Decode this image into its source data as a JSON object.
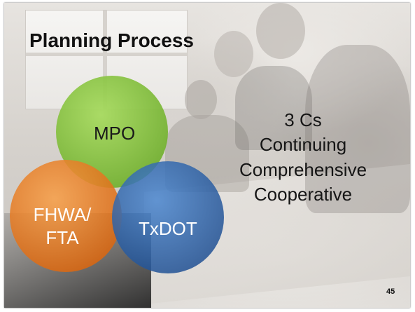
{
  "slide": {
    "title": "Planning Process",
    "page_number": "45"
  },
  "venn": {
    "mpo": {
      "label": "MPO",
      "color": "#8cc63f"
    },
    "fhwa_fta": {
      "line1": "FHWA/",
      "line2": "FTA",
      "color": "#f08020"
    },
    "txdot": {
      "label": "TxDOT",
      "color": "#2f66b0"
    }
  },
  "three_cs": {
    "heading": "3 Cs",
    "items": [
      "Continuing",
      "Comprehensive",
      "Cooperative"
    ]
  }
}
